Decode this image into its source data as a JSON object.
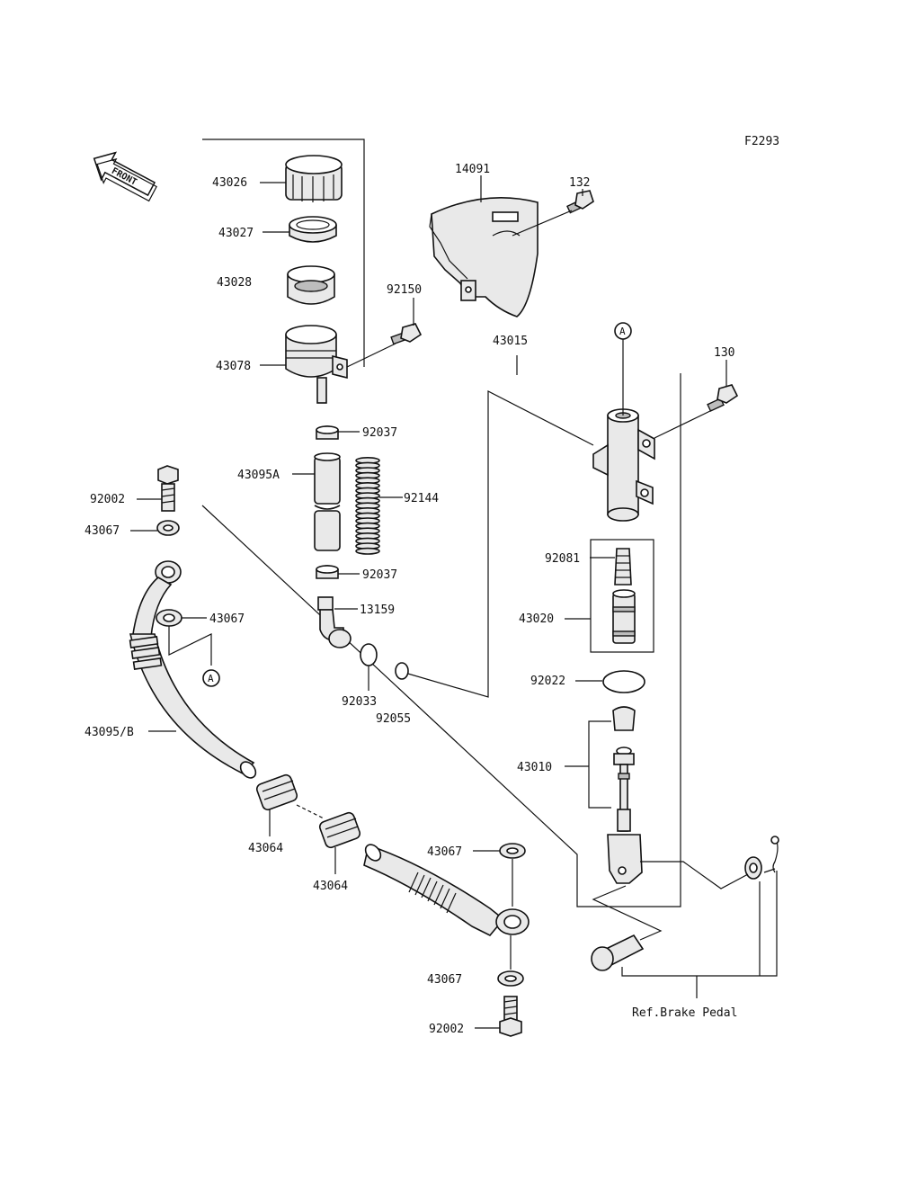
{
  "figure_code": "F2293",
  "front_label": "FRONT",
  "reference_label": "Ref.Brake Pedal",
  "circle_marker": "A",
  "part_numbers": {
    "p43026": "43026",
    "p43027": "43027",
    "p43028": "43028",
    "p43078": "43078",
    "p92150": "92150",
    "p14091": "14091",
    "p132": "132",
    "p43015": "43015",
    "p130": "130",
    "p92037a": "92037",
    "p43095a": "43095A",
    "p92144": "92144",
    "p92037b": "92037",
    "p13159": "13159",
    "p92033": "92033",
    "p92055": "92055",
    "p92002a": "92002",
    "p43067a": "43067",
    "p43067b": "43067",
    "p43095b": "43095/B",
    "p43064a": "43064",
    "p43064b": "43064",
    "p43067c": "43067",
    "p43067d": "43067",
    "p92002b": "92002",
    "p92081": "92081",
    "p43020": "43020",
    "p92022": "92022",
    "p43010": "43010"
  }
}
